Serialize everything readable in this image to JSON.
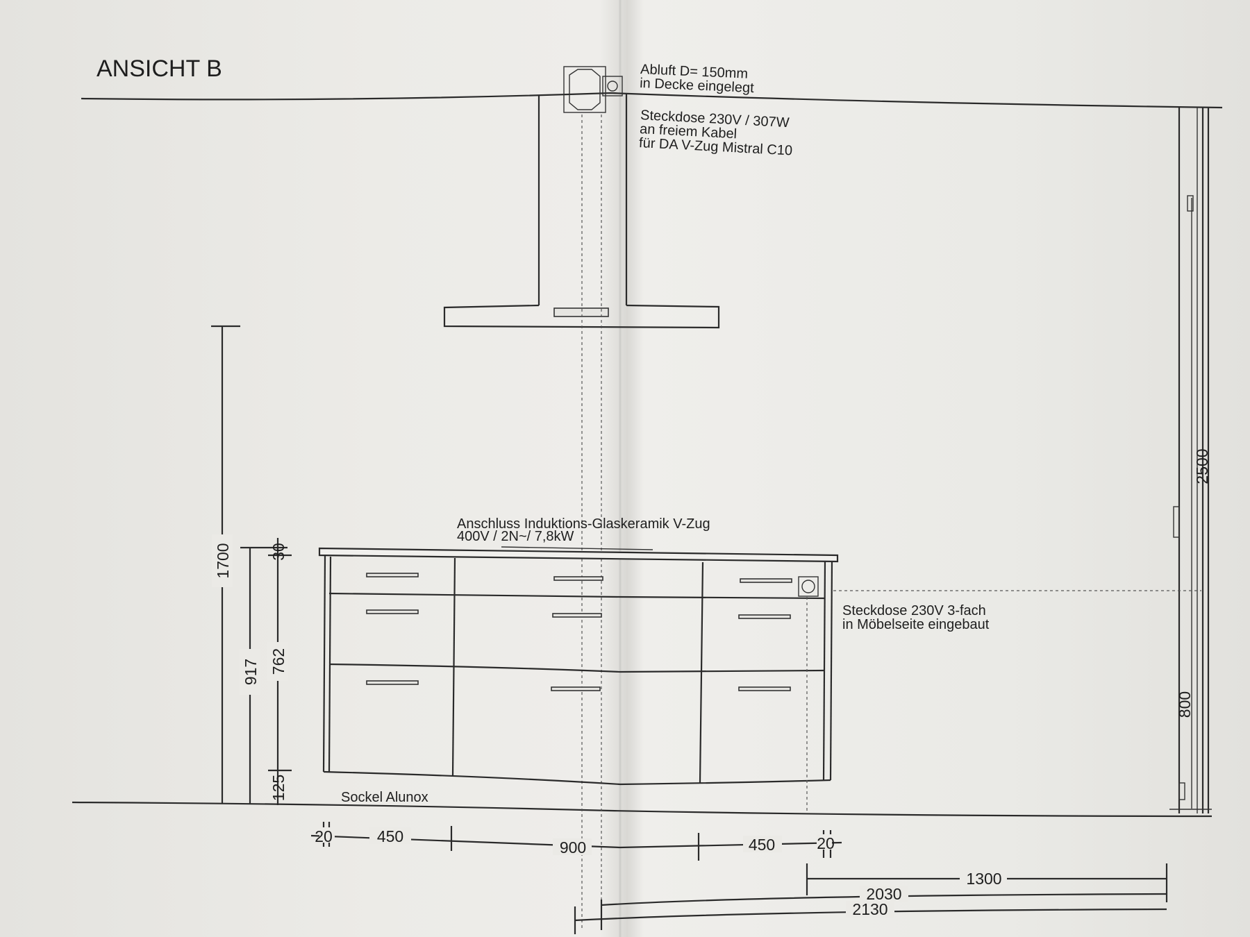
{
  "title": "ANSICHT B",
  "annotations": {
    "exhaust_line1": "Abluft D= 150mm",
    "exhaust_line2": "in Decke eingelegt",
    "socket_line1": "Steckdose 230V / 307W",
    "socket_line2": "an freiem Kabel",
    "socket_line3": "für DA V-Zug Mistral C10",
    "cooktop_line1": "Anschluss Induktions-Glaskeramik V-Zug",
    "cooktop_line2": "400V / 2N~/ 7,8kW",
    "socket3_line1": "Steckdose 230V 3-fach",
    "socket3_line2": "in Möbelseite eingebaut",
    "plinth": "Sockel Alunox"
  },
  "dimensions": {
    "hood_height": "1700",
    "counter_height": "917",
    "carcass_height": "762",
    "worktop_thickness": "30",
    "plinth_height": "125",
    "left_gap": "20",
    "left_width": "450",
    "center_width": "900",
    "right_width": "450",
    "right_gap": "20",
    "to_wall_a": "1300",
    "to_wall_b": "2030",
    "to_wall_c": "2130",
    "door_height": "2500",
    "door_lower": "800"
  },
  "colors": {
    "paper": "#eceae6",
    "ink": "#2a2a2a"
  }
}
